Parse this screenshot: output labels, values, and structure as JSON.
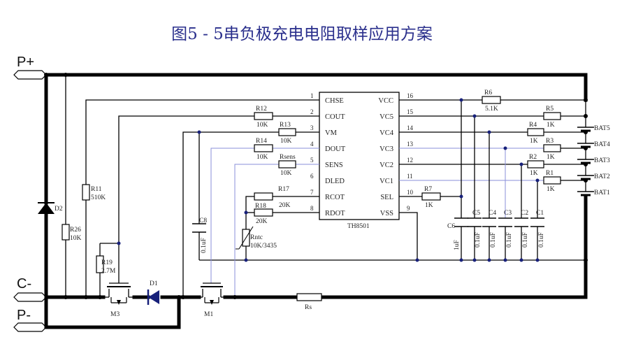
{
  "title": "图5  -  5串负极充电电阻取样应用方案",
  "terminals": {
    "p_plus": "P+",
    "c_minus": "C-",
    "p_minus": "P-"
  },
  "ic": {
    "name": "TH8501",
    "left_pins": [
      {
        "num": "1",
        "name": "CHSE"
      },
      {
        "num": "2",
        "name": "COUT"
      },
      {
        "num": "3",
        "name": "VM"
      },
      {
        "num": "4",
        "name": "DOUT"
      },
      {
        "num": "5",
        "name": "SENS"
      },
      {
        "num": "6",
        "name": "DLED"
      },
      {
        "num": "7",
        "name": "RCOT"
      },
      {
        "num": "8",
        "name": "RDOT"
      }
    ],
    "right_pins": [
      {
        "num": "16",
        "name": "VCC"
      },
      {
        "num": "15",
        "name": "VC5"
      },
      {
        "num": "14",
        "name": "VC4"
      },
      {
        "num": "13",
        "name": "VC3"
      },
      {
        "num": "12",
        "name": "VC2"
      },
      {
        "num": "11",
        "name": "VC1"
      },
      {
        "num": "10",
        "name": "SEL"
      },
      {
        "num": "9",
        "name": "VSS"
      }
    ]
  },
  "resistors": {
    "r12": {
      "ref": "R12",
      "val": "10K"
    },
    "r13": {
      "ref": "R13",
      "val": "10K"
    },
    "r14": {
      "ref": "R14",
      "val": "10K"
    },
    "rsens": {
      "ref": "Rsens",
      "val": "10K"
    },
    "r17": {
      "ref": "R17",
      "val": "20K"
    },
    "r18": {
      "ref": "R18",
      "val": "20K"
    },
    "r11": {
      "ref": "R11",
      "val": "510K"
    },
    "r26": {
      "ref": "R26",
      "val": "10K"
    },
    "r19": {
      "ref": "R19",
      "val": "2.7M"
    },
    "r6": {
      "ref": "R6",
      "val": "5.1K"
    },
    "r5": {
      "ref": "R5",
      "val": "1K"
    },
    "r4": {
      "ref": "R4",
      "val": "1K"
    },
    "r3": {
      "ref": "R3",
      "val": "1K"
    },
    "r2": {
      "ref": "R2",
      "val": "1K"
    },
    "r1": {
      "ref": "R1",
      "val": "1K"
    },
    "r7": {
      "ref": "R7",
      "val": "1K"
    },
    "rs": {
      "ref": "Rs",
      "val": ""
    }
  },
  "thermistor": {
    "ref": "Rntc",
    "val": "10K/3435"
  },
  "capacitors": {
    "c8": {
      "ref": "C8",
      "val": "0.1uF"
    },
    "c6": {
      "ref": "C6",
      "val": "1uF"
    },
    "c5": {
      "ref": "C5",
      "val": "0.1uF"
    },
    "c4": {
      "ref": "C4",
      "val": "0.1uF"
    },
    "c3": {
      "ref": "C3",
      "val": "0.1uF"
    },
    "c2": {
      "ref": "C2",
      "val": "0.1uF"
    },
    "c1": {
      "ref": "C1",
      "val": "0.1uF"
    }
  },
  "diodes": {
    "d1": "D1",
    "d2": "D2"
  },
  "mosfets": {
    "m1": "M1",
    "m3": "M3"
  },
  "batteries": [
    "BAT5",
    "BAT4",
    "BAT3",
    "BAT2",
    "BAT1"
  ]
}
